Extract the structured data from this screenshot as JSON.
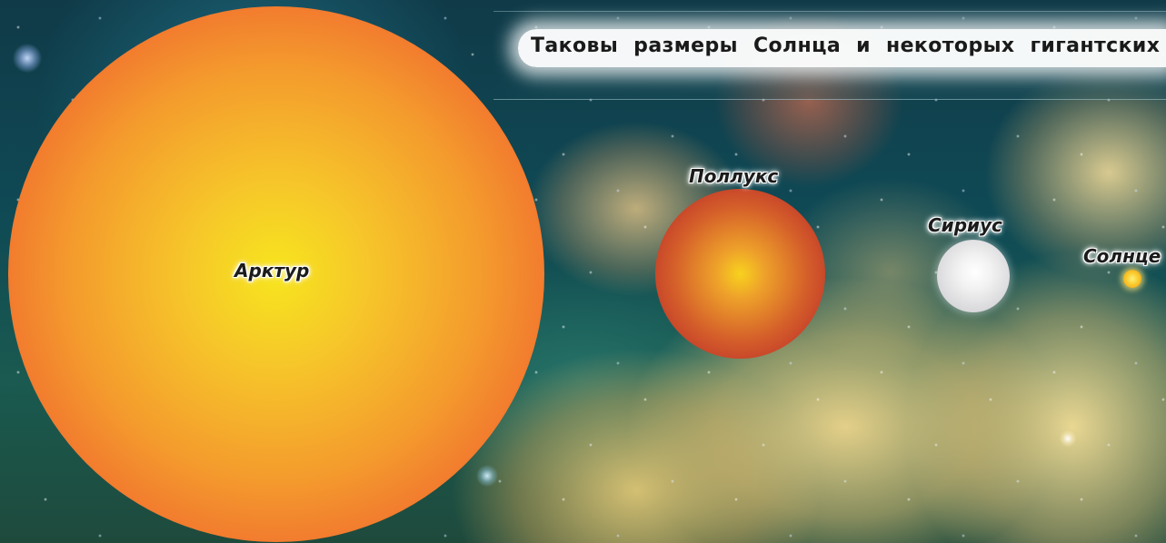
{
  "caption": "Таковы размеры Солнца и некоторых гигантских звёзд.",
  "stars": {
    "arcturus": {
      "label": "Арктур",
      "color": "#f06a2f"
    },
    "pollux": {
      "label": "Поллукс",
      "color": "#c23a2a"
    },
    "sirius": {
      "label": "Сириус",
      "color": "#d9d9dc"
    },
    "sun": {
      "label": "Солнце",
      "color": "#f9c82a"
    }
  }
}
